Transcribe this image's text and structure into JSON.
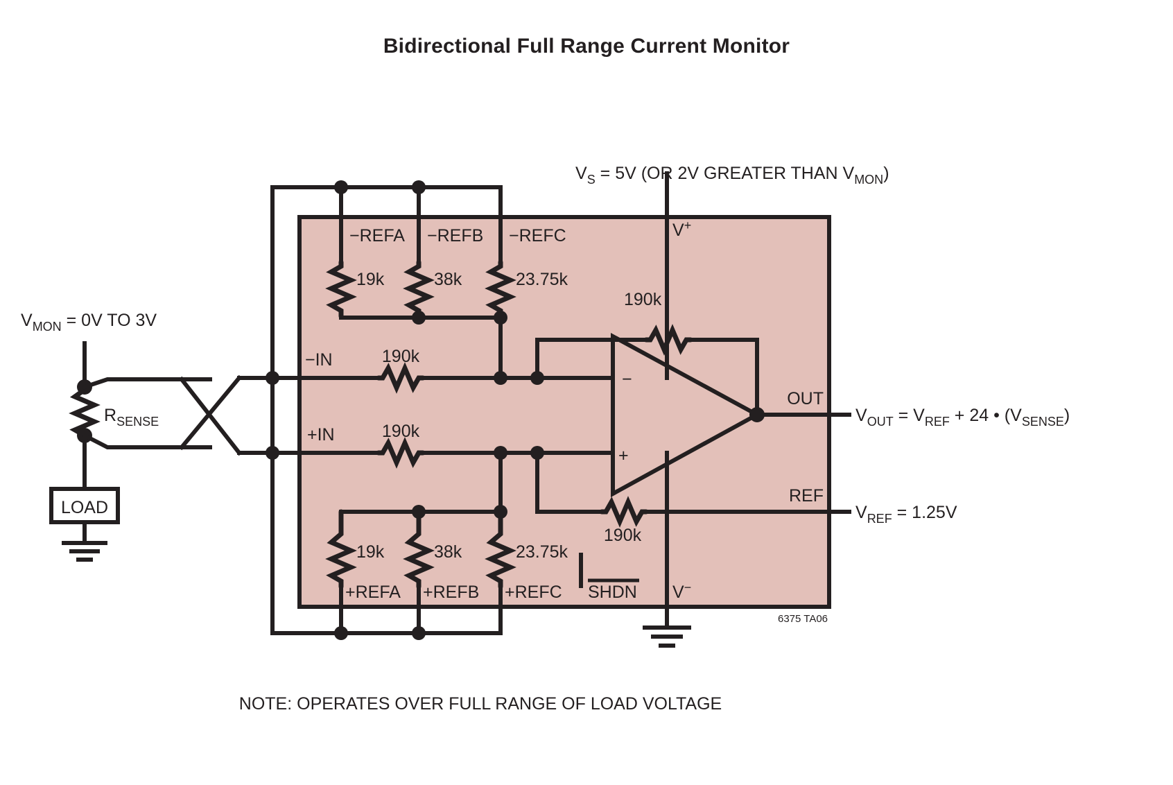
{
  "title": "Bidirectional Full Range Current Monitor",
  "note": "NOTE: OPERATES OVER FULL RANGE OF LOAD VOLTAGE",
  "part_id": "6375 TA06",
  "colors": {
    "ic_fill": "#e3c0b9",
    "ink": "#231f20",
    "background": "#ffffff"
  },
  "annotations": {
    "supply": {
      "v": "V",
      "sub": "S",
      "rest": " = 5V (OR 2V GREATER THAN V",
      "sub2": "MON",
      "tail": ")"
    },
    "vmon": {
      "v": "V",
      "sub": "MON",
      "rest": " = 0V TO 3V"
    },
    "vout": {
      "v": "V",
      "sub": "OUT",
      "eq": " = V",
      "sub2": "REF",
      "mid": " + 24 • (V",
      "sub3": "SENSE",
      "tail": ")"
    },
    "vref": {
      "v": "V",
      "sub": "REF",
      "rest": " = 1.25V"
    }
  },
  "external": {
    "rsense_label": "R",
    "rsense_sub": "SENSE",
    "load_label": "LOAD"
  },
  "pins": {
    "neg_refa": "−REFA",
    "neg_refb": "−REFB",
    "neg_refc": "−REFC",
    "pos_refa": "+REFA",
    "pos_refb": "+REFB",
    "pos_refc": "+REFC",
    "shdn": "SHDN",
    "vplus": "V",
    "vplus_sup": "+",
    "vminus": "V",
    "vminus_sup": "−",
    "neg_in": "−IN",
    "pos_in": "+IN",
    "out": "OUT",
    "ref": "REF"
  },
  "opamp": {
    "inverting": "−",
    "noninverting": "+"
  },
  "resistors": {
    "top": [
      {
        "name": "neg-refa-resistor",
        "value": "19k"
      },
      {
        "name": "neg-refb-resistor",
        "value": "38k"
      },
      {
        "name": "neg-refc-resistor",
        "value": "23.75k"
      }
    ],
    "bottom": [
      {
        "name": "pos-refa-resistor",
        "value": "19k"
      },
      {
        "name": "pos-refb-resistor",
        "value": "38k"
      },
      {
        "name": "pos-refc-resistor",
        "value": "23.75k"
      }
    ],
    "input_neg": "190k",
    "input_pos": "190k",
    "feedback": "190k",
    "ref_divider": "190k"
  }
}
